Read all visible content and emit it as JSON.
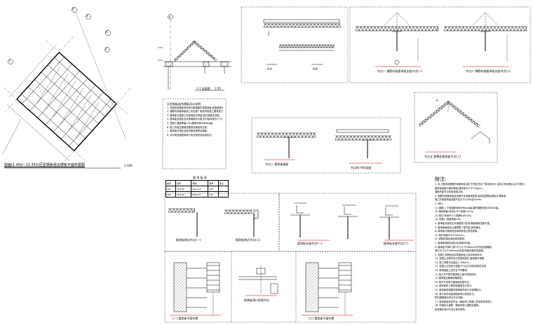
{
  "plan": {
    "title": "屋面(1.450~13.350)压型钢板组合楼板平面布置图",
    "scale": "1:100",
    "grid_labels": [
      "C",
      "2",
      "3",
      "4",
      "5"
    ]
  },
  "section": {
    "title": "1-1 剖面图",
    "scale": "1:50",
    "grid_label": "6"
  },
  "general_notes": {
    "title": "压型钢板组合楼板设计说明",
    "lines": [
      "1. 本图压型钢板采用闭口型钢筋桁架楼承板,底板厚度不小于0.5mm。",
      "2. 钢筋桁架楼承板施工时应按厂家提供的施工要求进行铺设。",
      "3. 楼承板与钢梁之间采用栓钉焊接,栓钉规格见详图。",
      "4. 楼承板支座处应设置端部封口板,封口板厚度不小于1.0mm。",
      "5. 混凝土强度等级C30,钢筋采用HRB400级。",
      "6. 施工阶段应按规范要求设置临时支撑。",
      "7. 楼承板开洞处应按详图设置附加钢筋。",
      "8. 未尽事宜按国家现行有关规范及标准执行。"
    ]
  },
  "schedule": {
    "title": "楼 承 板 表",
    "headers": [
      "编号",
      "型号",
      "规格",
      "板厚",
      "备注"
    ],
    "rows": [
      [
        "LB1",
        "TD3-90",
        "600x0.5",
        "120",
        ""
      ],
      [
        "LB2",
        "TD3-90",
        "600x0.5",
        "120",
        ""
      ]
    ]
  },
  "details_top": {
    "aa_label": "A-A",
    "bb_label": "B-B",
    "node1": "节点一 钢筋桁架楼承板支座节点(一)",
    "node2": "节点二 钢筋桁架楼承板支座节点(二)"
  },
  "details_mid": {
    "left": "节点三 楼承板端部",
    "right": "节点四 中间支座"
  },
  "ridge": {
    "title": "节点五 屋脊处楼承板节点(三)",
    "mark": "A"
  },
  "row3": {
    "d1": "楼承板侧边节点(一)",
    "d2": "楼承板侧边节点(二)",
    "d3": "楼承板支座节点(一)",
    "d4": "楼承板支座节点(二)"
  },
  "row4": {
    "d1": "(一) 楼承板平面布置",
    "d2": "楼承板洞口加强节点",
    "d3": "(二) 楼承板平面布置"
  },
  "notes_right": {
    "title": "附注:",
    "lines": [
      "1. 本工程采用钢筋桁架楼承板,施工时须由专业厂家深化设计,经设计单位确认后方可施工。",
      "   楼承板底模为镀锌钢板,镀锌量不小于120g/m²。",
      "   钢筋桁架节点采用电阻点焊。",
      "2. 钢筋桁架楼承板选用型号详见楼承板表,板厚及配筋应满足计算要求。",
      "   施工阶段楼承板挠度不应大于L/180及20mm。",
      "3. 材料:",
      "  (1) 钢筋:上下弦钢筋采用HRB400级,腹杆钢筋采用CRB550级。",
      "  (2) 镀锌钢板:采用Q235,厚度0.5mm。",
      "  (3) 栓钉:采用ML15,规格Φ16x100。",
      "  (4) 混凝土:强度等级C30。",
      "4. 楼承板安装前应对钢梁进行复测,确保钢梁顶面平整。",
      "5. 楼承板铺设应从建筑物一端开始,逐块铺设。",
      "6. 楼承板与钢梁的连接采用栓钉穿透焊接。",
      "  (1) 栓钉间距不大于200mm。",
      "  (2) 焊接质量应满足规范要求。",
      "7. 楼承板端部及侧边应设置封口板。",
      "8. 楼承板开洞时,洞口尺寸小于300mm可不设加强钢筋。",
      "  洞口尺寸大于300mm时应按详图设置附加钢筋。",
      "9. 混凝土浇筑前应清除楼承板上的杂物及积水。",
      "10. 混凝土浇筑时应分层振捣密实,避免集中堆载。",
      "11. 施工荷载不应超过1.5kN/m²。",
      "12. 混凝土达到设计强度75%后方可拆除临时支撑。",
      "13. 楼承板施工应符合下列要求:",
      "  (1) 施工时严禁在楼承板上集中堆放材料。",
      "  (2) 楼承板应随铺设随固定。",
      "  (3) 雨天不宜进行楼承板安装作业。",
      "14. 楼承板防火要求按建筑专业执行。",
      "15. 楼承板防腐要求按钢结构设计总说明执行。",
      "16. 其它未尽事宜按国家现行规范执行。",
      "   附加钢筋做法详见节点详图。",
      "17. 楼承板验收应符合《钢结构工程施工质量验收规范》。",
      "18. 本图应与建筑、钢结构施工图配合使用。",
      "   如有疑问及时与设计单位联系。"
    ]
  }
}
